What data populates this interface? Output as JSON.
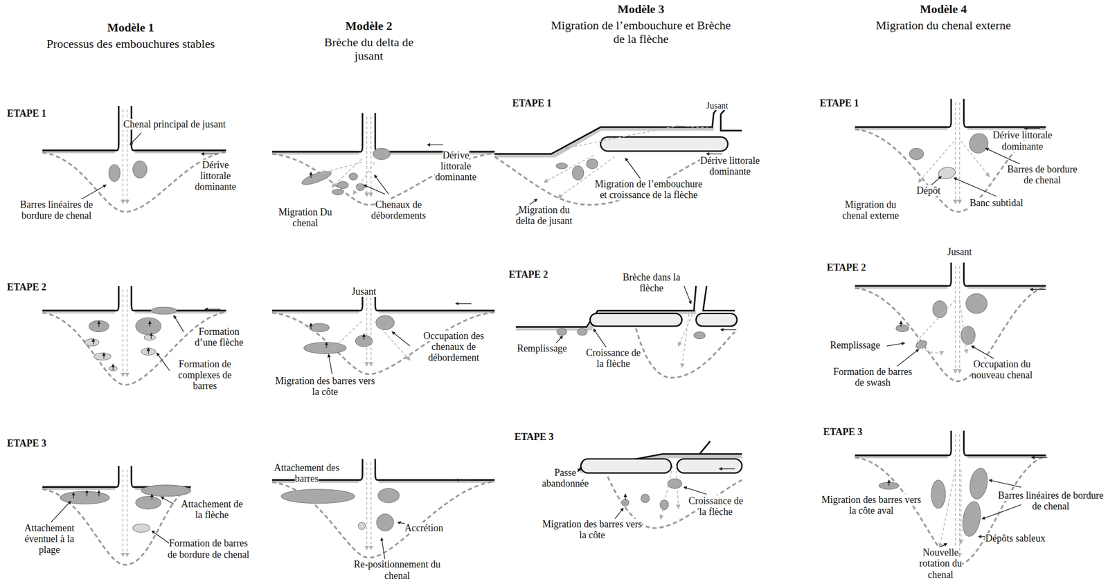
{
  "diagram": {
    "labels": [
      "Modèle 1",
      "Processus des embouchures stables",
      "ETAPE 1",
      "Chenal principal de jusant",
      "Dérive littorale dominante",
      "Barres linéaires de bordure de chenal",
      "ETAPE 2",
      "Formation d’une flèche",
      "Formation de complexes de barres",
      "ETAPE 3",
      "Attachement éventuel à la plage",
      "Attachement de la flèche",
      "Formation de barres de bordure de chenal",
      "Modèle 2",
      "Brèche du delta de jusant",
      "Dérive littorale dominante",
      "Migration Du chenal",
      "Chenaux de débordements",
      "Jusant",
      "Occupation des chenaux de débordement",
      "Migration des barres vers la côte",
      "Attachement des barres",
      "Accrétion",
      "Re-positionnement du chenal",
      "Modèle 3",
      "Migration de l’embouchure et Brèche de la flèche",
      "ETAPE 1",
      "Jusant",
      "Dérive littorale dominante",
      "Migration de l’embouchure et croissance de la flèche",
      "Migration du delta de jusant",
      "ETAPE 2",
      "Brèche dans la flèche",
      "Remplissage",
      "Croissance de la flèche",
      "ETAPE 3",
      "Passe abandonnée",
      "Croissance de la flèche",
      "Migration des barres vers la côte",
      "Modèle 4",
      "Migration du chenal externe",
      "ETAPE 1",
      "Dérive littorale dominante",
      "Barres de bordure de chenal",
      "Dépôt",
      "Banc subtidal",
      "Migration du chenal externe",
      "Jusant",
      "ETAPE 2",
      "Remplissage",
      "Formation de barres de swash",
      "Occupation du nouveau chenal",
      "ETAPE 3",
      "Migration des barres vers la côte aval",
      "Barres linéaires de bordure de chenal",
      "Dépôts sableux",
      "Nouvelle rotation du chenal"
    ]
  }
}
